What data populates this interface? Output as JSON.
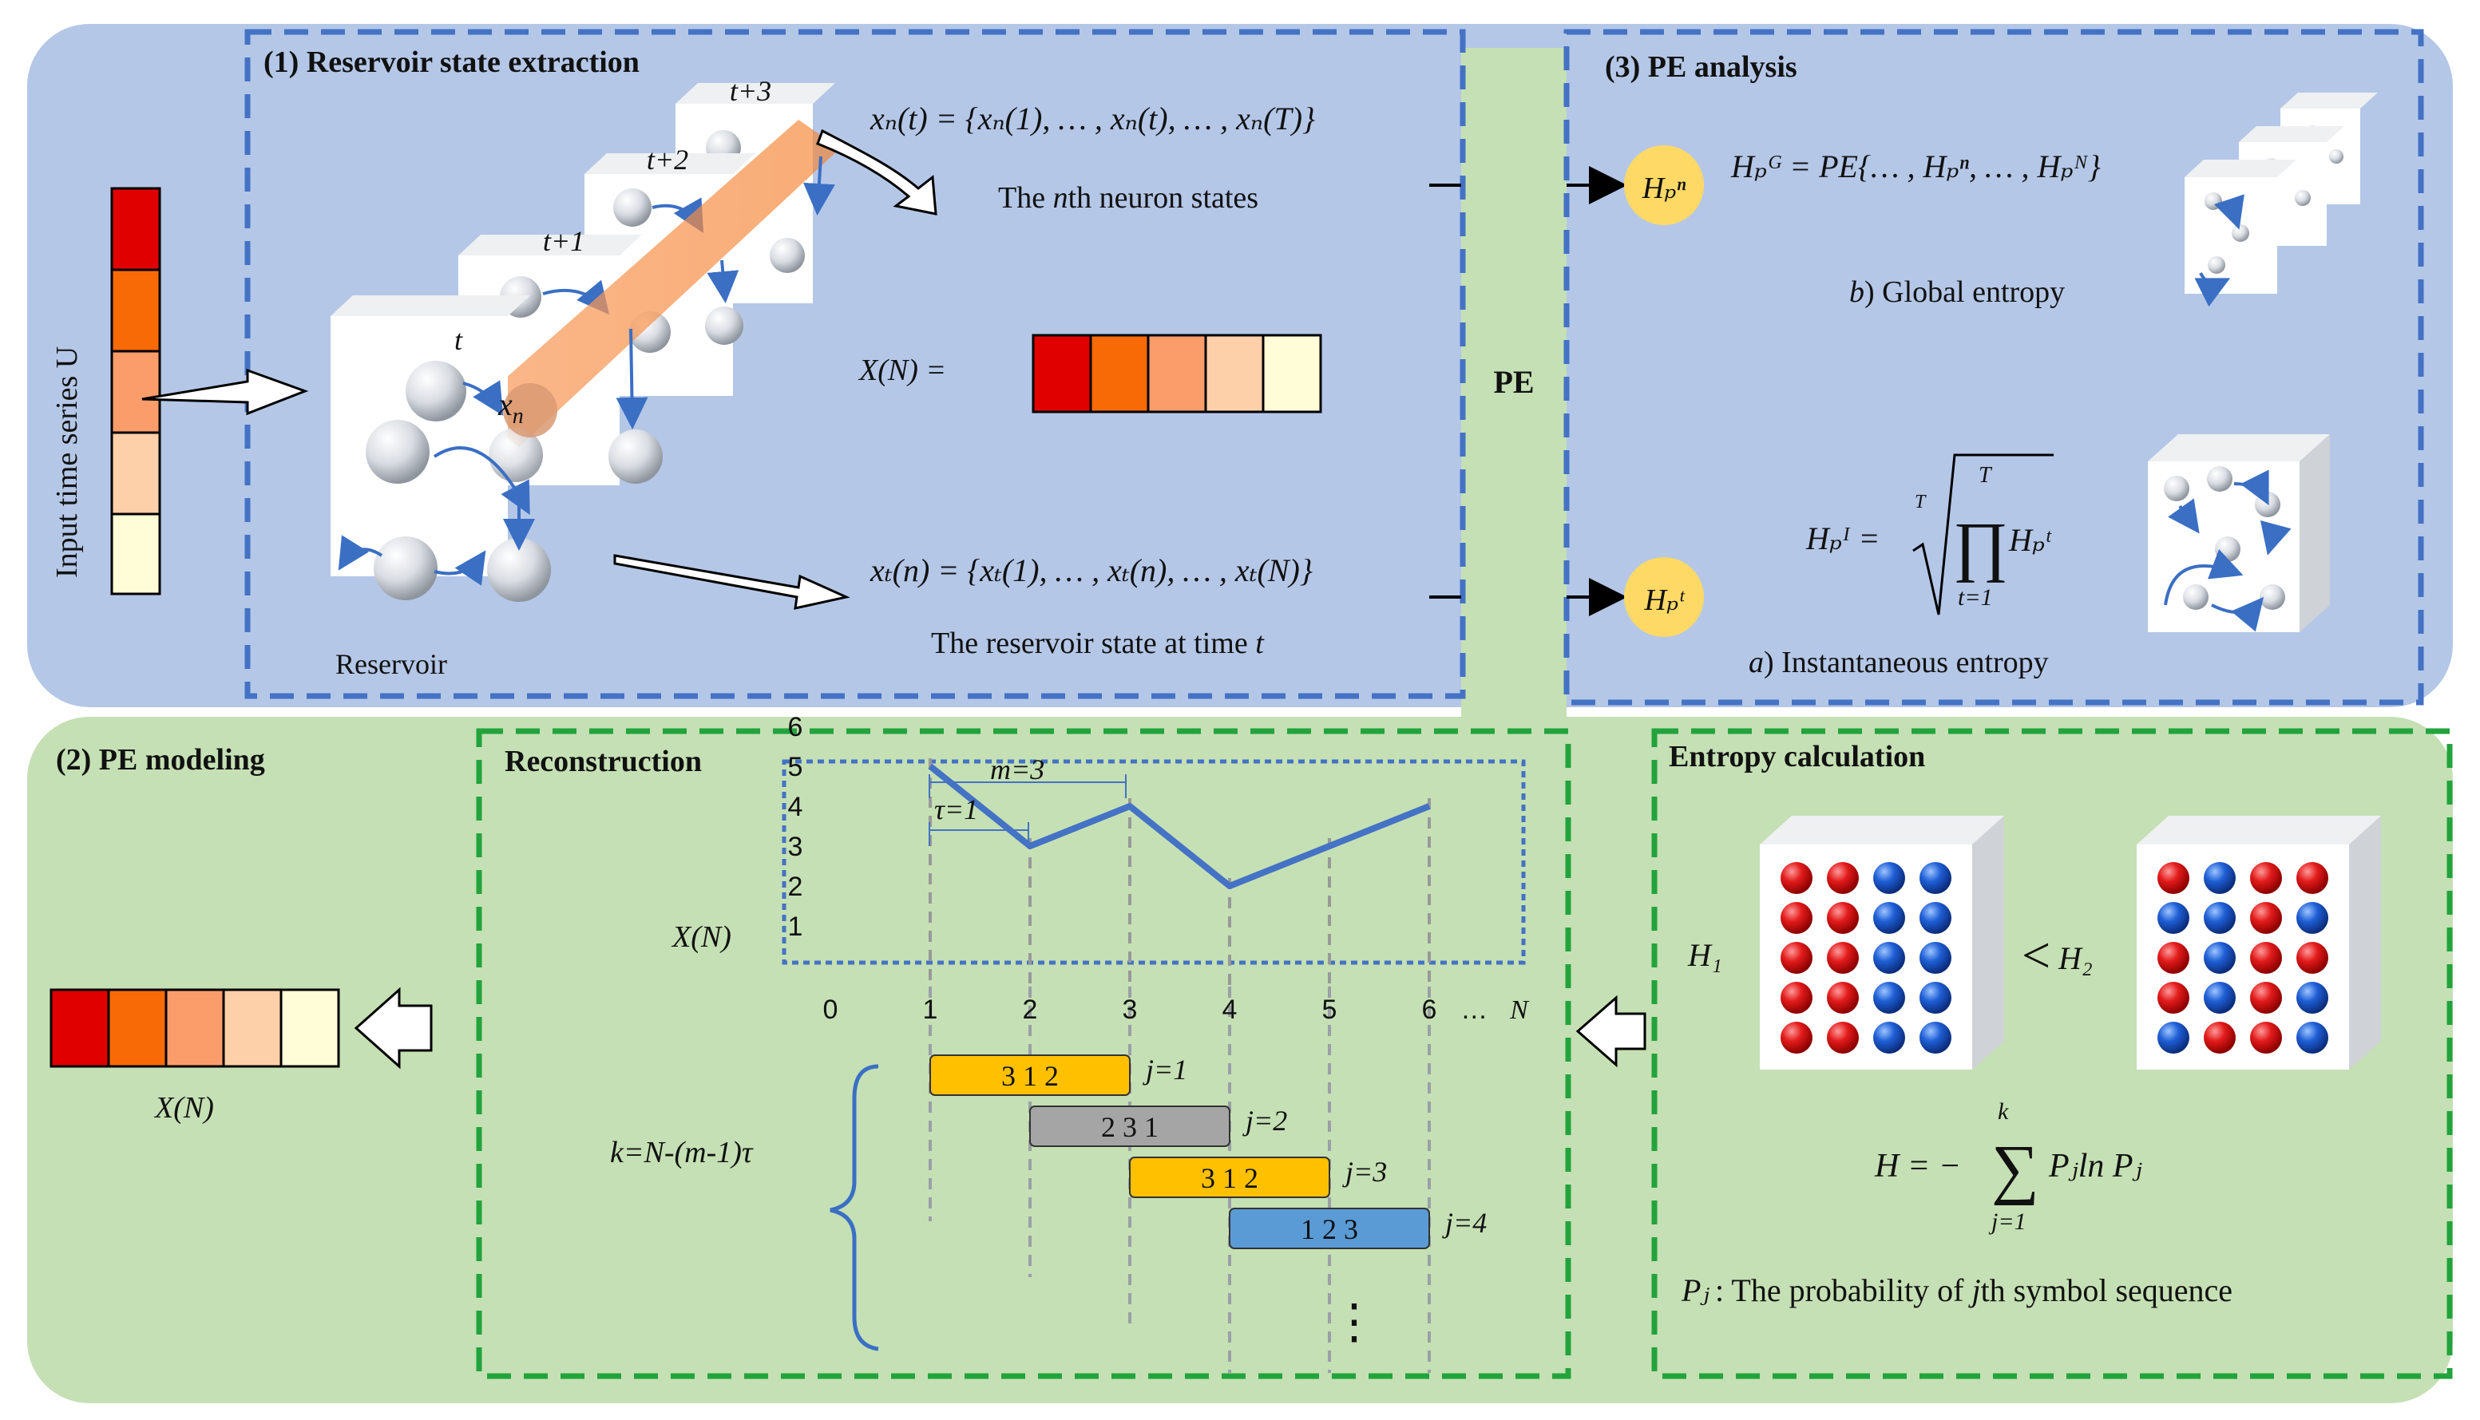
{
  "colors": {
    "top_bg": "#b4c7e7",
    "bottom_bg": "#c5e0b4",
    "blue_dash": "#4472c4",
    "green_dash": "#22a33c",
    "pe_band": "#c5e0b4",
    "node": "#ffd966",
    "seq_yellow": "#ffc000",
    "seq_gray": "#a5a5a5",
    "seq_blue": "#5b9bd5",
    "heat": [
      "#e00000",
      "#f86a06",
      "#fb9d6b",
      "#fdd0aa",
      "#fffcd8"
    ]
  },
  "sections": {
    "s1": "(1) Reservoir state extraction",
    "s2": "(2)  PE modeling",
    "s3": "(3) PE analysis",
    "pe": "PE",
    "recon": "Reconstruction",
    "entropy": "Entropy calculation"
  },
  "input_label": "Input time series U",
  "reservoir": {
    "label": "Reservoir",
    "time_labels": [
      "t",
      "t+1",
      "t+2",
      "t+3"
    ],
    "xn": "x",
    "xn_sub": "n",
    "xn_formula": "xₙ(t) = {xₙ(1), … , xₙ(t), … , xₙ(T)}",
    "xn_caption_pre": "The ",
    "xn_caption_em": "n",
    "xn_caption_post": "th neuron states",
    "xt_formula": "xₜ(n)  = {xₜ(1), … , xₜ(n), … , xₜ(N)}",
    "xt_caption_pre": "The reservoir state at time ",
    "xt_caption_em": "t",
    "XN": "X(N)  ="
  },
  "analysis": {
    "global_formula": "Hₚᴳ = PE{… , Hₚⁿ, … , Hₚᴺ}",
    "global_caption_em": "b",
    "global_caption": ") Global entropy",
    "inst_lhs": "Hₚᴵ =",
    "inst_root_index": "T",
    "inst_prod_top": "T",
    "inst_prod": "∏",
    "inst_prod_bot": "t=1",
    "inst_term": "Hₚᵗ",
    "inst_caption_em": "a",
    "inst_caption": ") Instantaneous entropy",
    "node_n": "Hₚⁿ",
    "node_t": "Hₚᵗ"
  },
  "modeling": {
    "XN_label": "X(N)"
  },
  "chart_data": {
    "type": "line",
    "x": [
      1,
      2,
      3,
      4,
      5,
      6
    ],
    "y": [
      5,
      3,
      4,
      2,
      3,
      4
    ],
    "x_ticks": [
      "0",
      "1",
      "2",
      "3",
      "4",
      "5",
      "6",
      "…",
      "N"
    ],
    "y_ticks": [
      "1",
      "2",
      "3",
      "4",
      "5",
      "6"
    ],
    "ylabel": "X(N)",
    "m_label": "m=3",
    "tau_label": "τ=1"
  },
  "sequences": [
    {
      "symbols": "3  1  2",
      "label": "j=1",
      "color": "#ffc000"
    },
    {
      "symbols": "2  3  1",
      "label": "j=2",
      "color": "#a5a5a5"
    },
    {
      "symbols": "3  1  2",
      "label": "j=3",
      "color": "#ffc000"
    },
    {
      "symbols": "1  2  3",
      "label": "j=4",
      "color": "#5b9bd5"
    }
  ],
  "k_formula": "k=N-(m-1)τ",
  "ellipsis": "⋮",
  "entropy_calc": {
    "h1": "H₁",
    "lt": "<",
    "h2": "H₂",
    "formula_lhs": "H = −",
    "sum": "∑",
    "sum_top": "k",
    "sum_bot": "j=1",
    "formula_rhs": "Pⱼln Pⱼ",
    "pj_label": "Pⱼ",
    "pj_text_pre": ": The probability of ",
    "pj_text_em": "j",
    "pj_text_post": "th symbol sequence"
  }
}
